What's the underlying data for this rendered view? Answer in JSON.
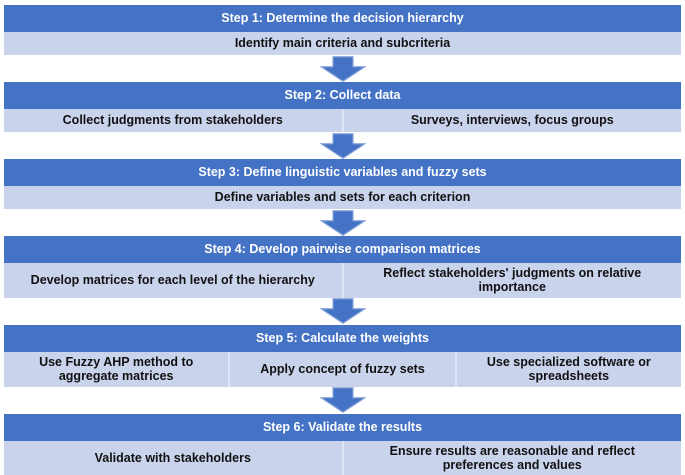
{
  "steps": [
    {
      "title": "Step 1: Determine the decision hierarchy",
      "details": [
        "Identify main criteria and subcriteria"
      ]
    },
    {
      "title": "Step 2: Collect data",
      "details": [
        "Collect judgments from stakeholders",
        "Surveys, interviews, focus groups"
      ]
    },
    {
      "title": "Step 3: Define linguistic variables and fuzzy sets",
      "details": [
        "Define variables and sets for each criterion"
      ]
    },
    {
      "title": "Step 4: Develop pairwise comparison matrices",
      "details": [
        "Develop matrices for each level of the hierarchy",
        "Reflect stakeholders' judgments on relative importance"
      ]
    },
    {
      "title": "Step 5: Calculate the weights",
      "details": [
        "Use Fuzzy AHP method to aggregate matrices",
        "Apply concept of fuzzy sets",
        "Use specialized software or spreadsheets"
      ]
    },
    {
      "title": "Step 6: Validate the results",
      "details": [
        "Validate with stakeholders",
        "Ensure results are reasonable and reflect preferences and values"
      ]
    }
  ],
  "colors": {
    "header_bar": "#4472C4",
    "detail_bar": "#C9D3EB",
    "cell_divider": "#DFE5F4",
    "arrow_fill": "#4472C4",
    "arrow_outline": "#8AA5DC",
    "header_text": "#FFFFFF",
    "detail_text": "#111111"
  },
  "icons": {
    "down_arrow": "block-down-arrow"
  }
}
